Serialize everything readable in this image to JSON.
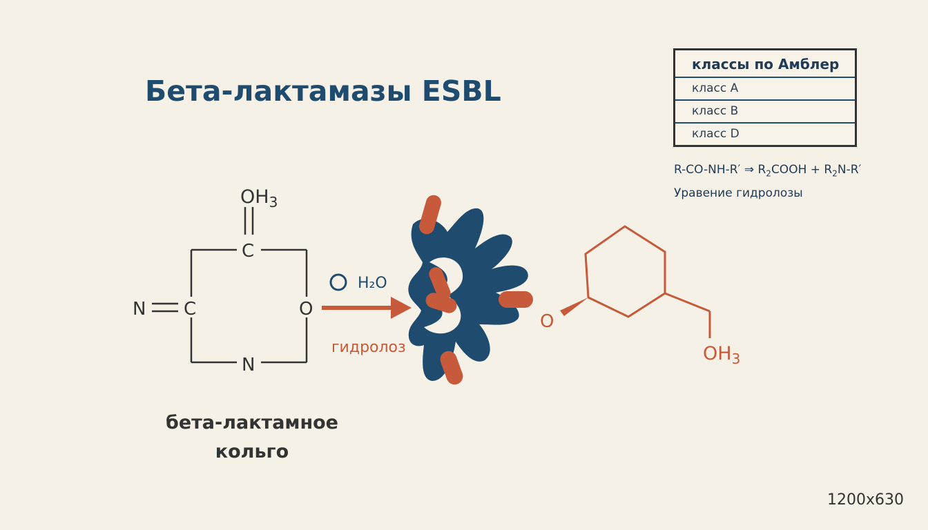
{
  "title": "Бета-лактамазы ESBL",
  "ring": {
    "top_group": "OH",
    "top_group_sub": "3",
    "carbon_top": "C",
    "carbon_left": "C",
    "nitrogen_left": "N",
    "nitrogen_bottom": "N",
    "oxygen_right": "O",
    "caption_line1": "бета-лактамное",
    "caption_line2": "кольго"
  },
  "reaction": {
    "water_label": "H₂O",
    "hydrolysis_label": "гидролоз"
  },
  "product": {
    "oxygen_label": "O",
    "group": "OH",
    "group_sub": "3"
  },
  "ambler_table": {
    "header": "классы по Амблер",
    "rows": [
      "класс A",
      "класс B",
      "класс D"
    ]
  },
  "equation": {
    "lhs": "R-CO-NH-R′",
    "arrow": "⇒",
    "r1": "R",
    "r1_sub": "2",
    "mid": "COOH + R",
    "r2_sub": "2",
    "rhs_end": "N-R′",
    "caption": "Уравение гидролозы"
  },
  "dimensions_label": "1200x630",
  "colors": {
    "navy": "#1e4b6e",
    "rust": "#c65a3a",
    "background": "#f6f1e6",
    "ink": "#333333"
  }
}
